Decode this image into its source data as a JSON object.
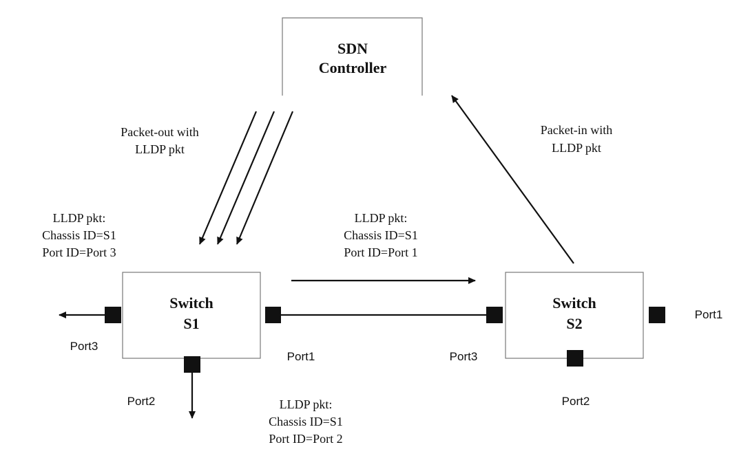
{
  "controller": {
    "line1": "SDN",
    "line2": "Controller"
  },
  "switch_s1": {
    "line1": "Switch",
    "line2": "S1"
  },
  "switch_s2": {
    "line1": "Switch",
    "line2": "S2"
  },
  "packet_out": {
    "line1": "Packet-out with",
    "line2": "LLDP pkt"
  },
  "packet_in": {
    "line1": "Packet-in with",
    "line2": "LLDP pkt"
  },
  "lldp_port3": {
    "line1": "LLDP pkt:",
    "line2": "Chassis ID=S1",
    "line3": "Port ID=Port 3"
  },
  "lldp_port1": {
    "line1": "LLDP pkt:",
    "line2": "Chassis ID=S1",
    "line3": "Port ID=Port 1"
  },
  "lldp_port2": {
    "line1": "LLDP pkt:",
    "line2": "Chassis ID=S1",
    "line3": "Port ID=Port 2"
  },
  "port_labels": {
    "s1_port3": "Port3",
    "s1_port1": "Port1",
    "s1_port2": "Port2",
    "s2_port3": "Port3",
    "s2_port1": "Port1",
    "s2_port2": "Port2"
  }
}
